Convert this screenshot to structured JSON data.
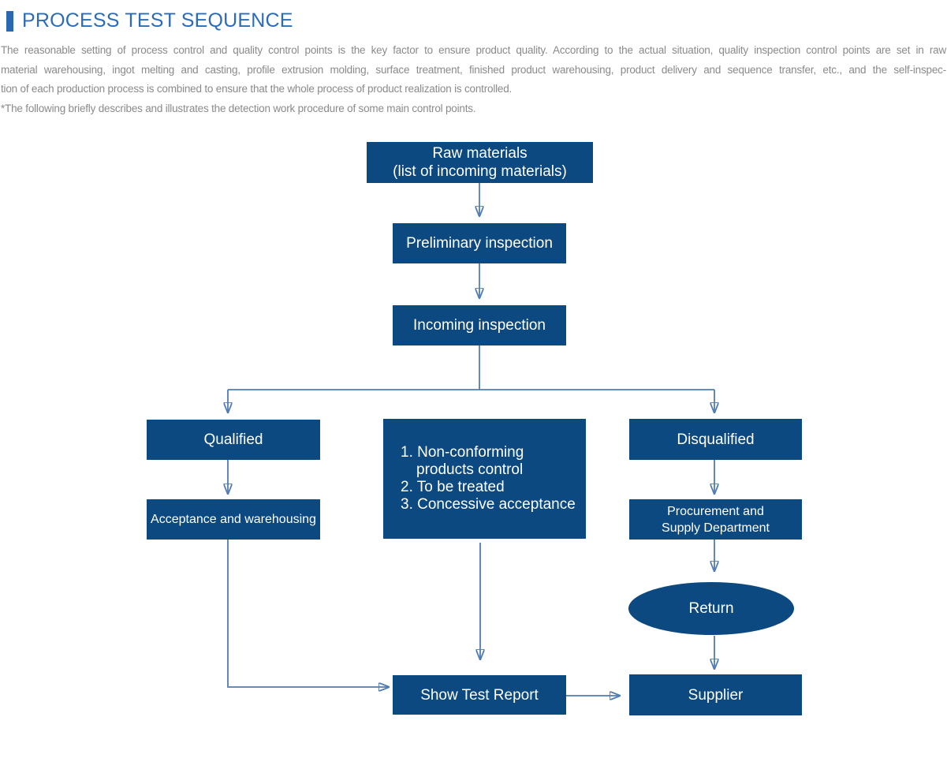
{
  "header": {
    "title": "PROCESS TEST SEQUENCE"
  },
  "intro": {
    "lines": [
      "The reasonable setting of process control and quality control points is the key factor to ensure product quality. According to the actual situation, quality inspection control points are set in raw",
      "material warehousing, ingot melting and casting, profile extrusion molding, surface treatment, finished product warehousing, product delivery and sequence transfer, etc., and the self-inspec-",
      "tion of each production process is combined to ensure that the whole process of product realization is controlled.",
      "*The following briefly describes and illustrates the detection work procedure of some main control points."
    ]
  },
  "flowchart": {
    "raw_materials": {
      "line1": "Raw materials",
      "line2": "(list of incoming materials)"
    },
    "preliminary_inspection": {
      "label": "Preliminary inspection"
    },
    "incoming_inspection": {
      "label": "Incoming inspection"
    },
    "qualified": {
      "label": "Qualified"
    },
    "nonconforming": {
      "lines": [
        "1. Non-conforming",
        "products control",
        "2. To be treated",
        "3. Concessive acceptance"
      ]
    },
    "disqualified": {
      "label": "Disqualified"
    },
    "acceptance_warehousing": {
      "label": "Acceptance and warehousing"
    },
    "procurement": {
      "line1": "Procurement and",
      "line2": "Supply Department"
    },
    "return": {
      "label": "Return"
    },
    "supplier": {
      "label": "Supplier"
    },
    "show_test_report": {
      "label": "Show Test Report"
    }
  },
  "colors": {
    "node_fill": "#0b4980",
    "node_text": "#ffffff",
    "connector_line": "#517cb4",
    "arrowhead": "#1a4d92",
    "title_blue": "#2d6cb5",
    "accent_bar_blue": "#2c68af",
    "body_text_gray": "#8a8a8a"
  }
}
